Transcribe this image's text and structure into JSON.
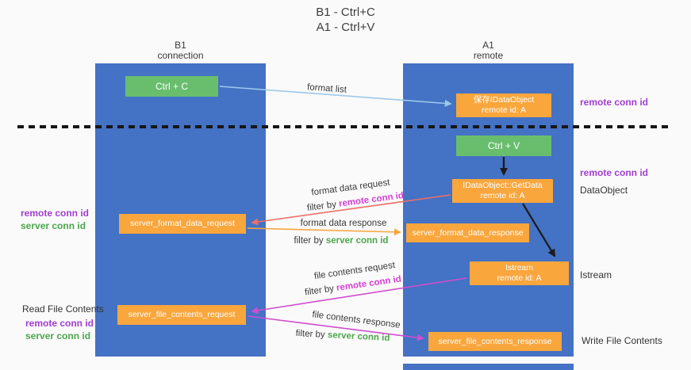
{
  "title": {
    "line1": "B1 - Ctrl+C",
    "line2": "A1 - Ctrl+V"
  },
  "lifelines": {
    "left": {
      "name": "B1",
      "sub": "connection"
    },
    "right": {
      "name": "A1",
      "sub": "remote"
    }
  },
  "nodes": {
    "ctrl_c": "Ctrl + C",
    "ctrl_v": "Ctrl + V",
    "save_idataobject": {
      "line1": "保存IDataObject",
      "line2": "remote id: A"
    },
    "getdata": {
      "line1": "IDataObject::GetData",
      "line2": "remote id: A"
    },
    "istream": {
      "line1": "Istream",
      "line2": "remote id: A"
    },
    "server_format_data_request": "server_format_data_request",
    "server_format_data_response": "server_format_data_response",
    "server_file_contents_request": "server_file_contents_request",
    "server_file_contents_response": "server_file_contents_response"
  },
  "arrow_labels": {
    "format_list": "format list",
    "format_data_request": "format data request",
    "format_data_response": "format data response",
    "file_contents_request": "file contents request",
    "file_contents_response": "file contents response",
    "filter_by": "filter by",
    "remote_conn_id": "remote conn id",
    "server_conn_id": "server conn id"
  },
  "side_labels": {
    "remote_conn_id": "remote conn id",
    "server_conn_id": "server conn id",
    "dataobject": "DataObject",
    "istream": "Istream",
    "read_file_contents": "Read File Contents",
    "write_file_contents": "Write File Contents"
  },
  "colors": {
    "lifeline_blue": "#4472c4",
    "node_green": "#69be6e",
    "node_orange": "#f9a63d",
    "arrow_blue": "#9cc8ec",
    "arrow_red": "#ed7069",
    "arrow_orange": "#f9a63d",
    "arrow_magenta": "#cf4ecf",
    "text_purple": "#a13dd1",
    "text_green": "#4ca64c",
    "text_magenta": "#d63fd6"
  }
}
